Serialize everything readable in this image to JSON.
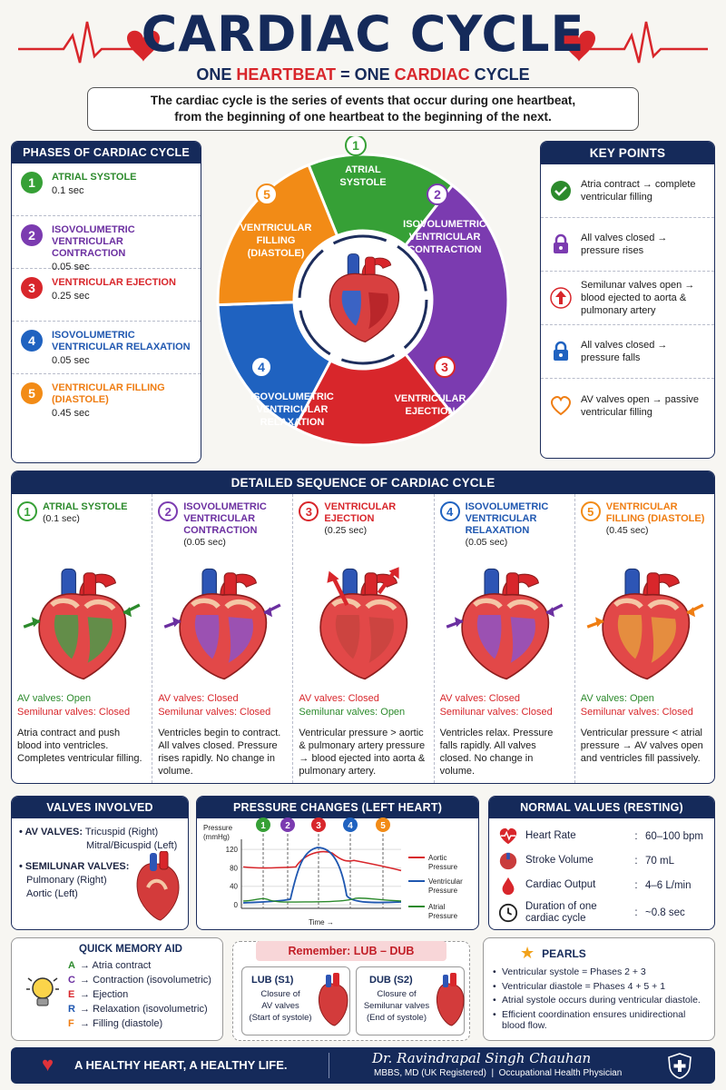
{
  "header": {
    "title": "CARDIAC CYCLE",
    "subtitle_one": "ONE ",
    "subtitle_heartbeat": "HEARTBEAT",
    "subtitle_equals": " = ONE ",
    "subtitle_cardiac": "CARDIAC",
    "subtitle_cycle": " CYCLE",
    "description_line1": "The cardiac cycle is the series of events that occur during one heartbeat,",
    "description_line2": "from the beginning of one heartbeat to the beginning of the next."
  },
  "phases_panel": {
    "title": "PHASES OF CARDIAC CYCLE",
    "items": [
      {
        "num": "1",
        "name": "ATRIAL SYSTOLE",
        "time": "0.1 sec"
      },
      {
        "num": "2",
        "name": "ISOVOLUMETRIC VENTRICULAR CONTRACTION",
        "time": "0.05 sec"
      },
      {
        "num": "3",
        "name": "VENTRICULAR EJECTION",
        "time": "0.25 sec"
      },
      {
        "num": "4",
        "name": "ISOVOLUMETRIC VENTRICULAR RELAXATION",
        "time": "0.05 sec"
      },
      {
        "num": "5",
        "name": "VENTRICULAR FILLING (DIASTOLE)",
        "time": "0.45 sec"
      }
    ]
  },
  "wheel": {
    "segments": [
      {
        "num": "1",
        "line1": "ATRIAL",
        "line2": "SYSTOLE",
        "line3": ""
      },
      {
        "num": "2",
        "line1": "ISOVOLUMETRIC",
        "line2": "VENTRICULAR",
        "line3": "CONTRACTION"
      },
      {
        "num": "3",
        "line1": "VENTRICULAR",
        "line2": "EJECTION",
        "line3": ""
      },
      {
        "num": "4",
        "line1": "ISOVOLUMETRIC",
        "line2": "VENTRICULAR",
        "line3": "RELAXATION"
      },
      {
        "num": "5",
        "line1": "VENTRICULAR",
        "line2": "FILLING",
        "line3": "(DIASTOLE)"
      }
    ]
  },
  "key_points": {
    "title": "KEY POINTS",
    "items": [
      {
        "icon": "check-icon",
        "text": "Atria contract → complete ventricular filling"
      },
      {
        "icon": "lock-icon",
        "text": "All valves closed → pressure rises"
      },
      {
        "icon": "arrow-up-icon",
        "text": "Semilunar valves open → blood ejected to aorta & pulmonary artery"
      },
      {
        "icon": "lock-icon",
        "text": "All valves closed → pressure falls"
      },
      {
        "icon": "heart-outline-icon",
        "text": "AV valves open → passive ventricular filling"
      }
    ]
  },
  "sequence": {
    "title": "DETAILED SEQUENCE OF CARDIAC CYCLE",
    "columns": [
      {
        "num": "1",
        "title": "ATRIAL SYSTOLE",
        "time": "(0.1 sec)",
        "av": "AV valves: Open",
        "sl": "Semilunar valves: Closed",
        "desc": "Atria contract and push blood into ventricles. Completes ventricular filling."
      },
      {
        "num": "2",
        "title": "ISOVOLUMETRIC VENTRICULAR CONTRACTION",
        "time": "(0.05 sec)",
        "av": "AV valves: Closed",
        "sl": "Semilunar valves: Closed",
        "desc": "Ventricles begin to contract. All valves closed. Pressure rises rapidly. No change in volume."
      },
      {
        "num": "3",
        "title": "VENTRICULAR EJECTION",
        "time": "(0.25 sec)",
        "av": "AV valves: Closed",
        "sl": "Semilunar valves: Open",
        "desc": "Ventricular pressure > aortic & pulmonary artery pressure → blood ejected into aorta & pulmonary artery."
      },
      {
        "num": "4",
        "title": "ISOVOLUMETRIC VENTRICULAR RELAXATION",
        "time": "(0.05 sec)",
        "av": "AV valves: Closed",
        "sl": "Semilunar valves: Closed",
        "desc": "Ventricles relax. Pressure falls rapidly. All valves closed. No change in volume."
      },
      {
        "num": "5",
        "title": "VENTRICULAR FILLING (DIASTOLE)",
        "time": "(0.45 sec)",
        "av": "AV valves: Open",
        "sl": "Semilunar valves: Closed",
        "desc": "Ventricular pressure < atrial pressure → AV valves open and ventricles fill passively."
      }
    ]
  },
  "valves": {
    "title": "VALVES INVOLVED",
    "av_label": "AV VALVES:",
    "av_1": "Tricuspid (Right)",
    "av_2": "Mitral/Bicuspid (Left)",
    "sl_label": "SEMILUNAR VALVES:",
    "sl_1": "Pulmonary (Right)",
    "sl_2": "Aortic (Left)"
  },
  "pressure": {
    "title": "PRESSURE CHANGES (LEFT HEART)",
    "ylabel_1": "Pressure",
    "ylabel_2": "(mmHg)",
    "xlabel": "Time →",
    "ticks": [
      "120",
      "80",
      "40",
      "0"
    ],
    "phase_nums": [
      "1",
      "2",
      "3",
      "4",
      "5"
    ],
    "legend": [
      {
        "name_1": "Aortic",
        "name_2": "Pressure",
        "color": "#d8262b"
      },
      {
        "name_1": "Ventricular",
        "name_2": "Pressure",
        "color": "#1f57b0"
      },
      {
        "name_1": "Atrial",
        "name_2": "Pressure",
        "color": "#2c8a2c"
      }
    ]
  },
  "normal_values": {
    "title": "NORMAL VALUES (RESTING)",
    "rows": [
      {
        "icon": "heart-rate-icon",
        "label": "Heart Rate",
        "value": "60–100 bpm"
      },
      {
        "icon": "heart-icon",
        "label": "Stroke Volume",
        "value": "70 mL"
      },
      {
        "icon": "blood-drop-icon",
        "label": "Cardiac Output",
        "value": "4–6 L/min"
      },
      {
        "icon": "clock-icon",
        "label": "Duration of one cardiac cycle",
        "value": "~0.8 sec"
      }
    ]
  },
  "memory": {
    "title": "QUICK MEMORY AID",
    "rows": [
      {
        "letter": "A",
        "text": " → Atria contract"
      },
      {
        "letter": "C",
        "text": " → Contraction (isovolumetric)"
      },
      {
        "letter": "E",
        "text": " → Ejection"
      },
      {
        "letter": "R",
        "text": " → Relaxation (isovolumetric)"
      },
      {
        "letter": "F",
        "text": " → Filling (diastole)"
      }
    ]
  },
  "lubdub": {
    "title": "Remember: LUB – DUB",
    "lub_title": "LUB (S1)",
    "lub_desc_1": "Closure of",
    "lub_desc_2": "AV valves",
    "lub_desc_3": "(Start of systole)",
    "dub_title": "DUB (S2)",
    "dub_desc_1": "Closure of",
    "dub_desc_2": "Semilunar valves",
    "dub_desc_3": "(End of systole)"
  },
  "pearls": {
    "title": "PEARLS",
    "items": [
      "Ventricular systole = Phases 2 + 3",
      "Ventricular diastole = Phases 4 + 5 + 1",
      "Atrial systole occurs during ventricular diastole.",
      "Efficient coordination ensures unidirectional blood flow."
    ]
  },
  "footer": {
    "slogan": "A HEALTHY HEART, A HEALTHY LIFE.",
    "author": "Dr. Ravindrapal Singh Chauhan",
    "credentials": "MBBS, MD (UK Registered)",
    "separator": "|",
    "role": "Occupational Health Physician"
  }
}
